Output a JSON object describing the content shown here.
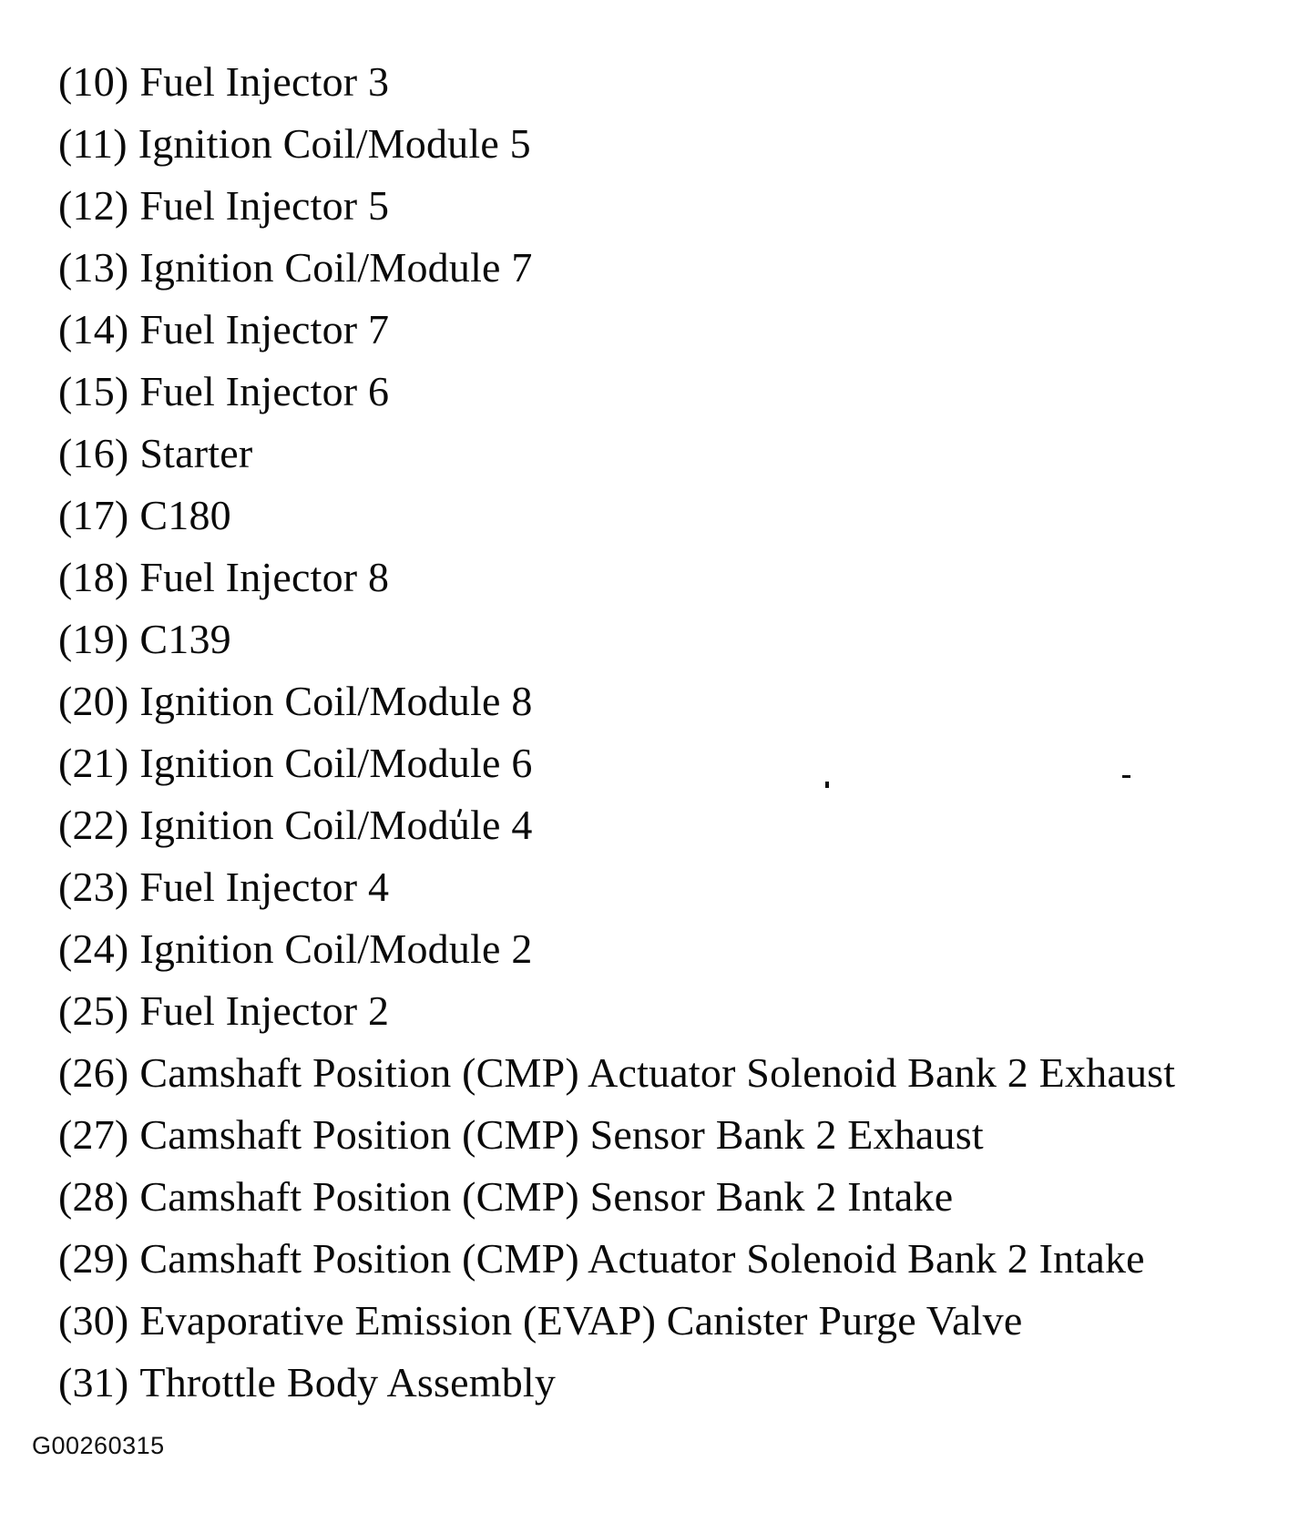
{
  "page": {
    "background": "#ffffff",
    "text_color": "#0a0a0a"
  },
  "legend": {
    "items": [
      {
        "marker": "(10)",
        "label": "Fuel Injector 3"
      },
      {
        "marker": "(11)",
        "label": "Ignition Coil/Module 5"
      },
      {
        "marker": "(12)",
        "label": "Fuel Injector 5"
      },
      {
        "marker": "(13)",
        "label": "Ignition Coil/Module 7"
      },
      {
        "marker": "(14)",
        "label": "Fuel Injector 7"
      },
      {
        "marker": "(15)",
        "label": "Fuel Injector 6"
      },
      {
        "marker": "(16)",
        "label": "Starter"
      },
      {
        "marker": "(17)",
        "label": "C180"
      },
      {
        "marker": "(18)",
        "label": "Fuel Injector 8"
      },
      {
        "marker": "(19)",
        "label": "C139"
      },
      {
        "marker": "(20)",
        "label": "Ignition Coil/Module 8"
      },
      {
        "marker": "(21)",
        "label": "Ignition Coil/Module 6"
      },
      {
        "marker": "(22)",
        "label": "Ignition Coil/Module 4"
      },
      {
        "marker": "(23)",
        "label": "Fuel Injector 4"
      },
      {
        "marker": "(24)",
        "label": "Ignition Coil/Module 2"
      },
      {
        "marker": "(25)",
        "label": "Fuel Injector 2"
      },
      {
        "marker": "(26)",
        "label": "Camshaft Position (CMP) Actuator Solenoid Bank 2 Exhaust"
      },
      {
        "marker": "(27)",
        "label": "Camshaft Position (CMP) Sensor Bank 2 Exhaust"
      },
      {
        "marker": "(28)",
        "label": "Camshaft Position (CMP) Sensor Bank 2 Intake"
      },
      {
        "marker": "(29)",
        "label": "Camshaft Position (CMP) Actuator Solenoid Bank 2 Intake"
      },
      {
        "marker": "(30)",
        "label": "Evaporative Emission (EVAP) Canister Purge Valve"
      },
      {
        "marker": "(31)",
        "label": "Throttle Body Assembly"
      }
    ],
    "figure_code": "G00260315"
  }
}
